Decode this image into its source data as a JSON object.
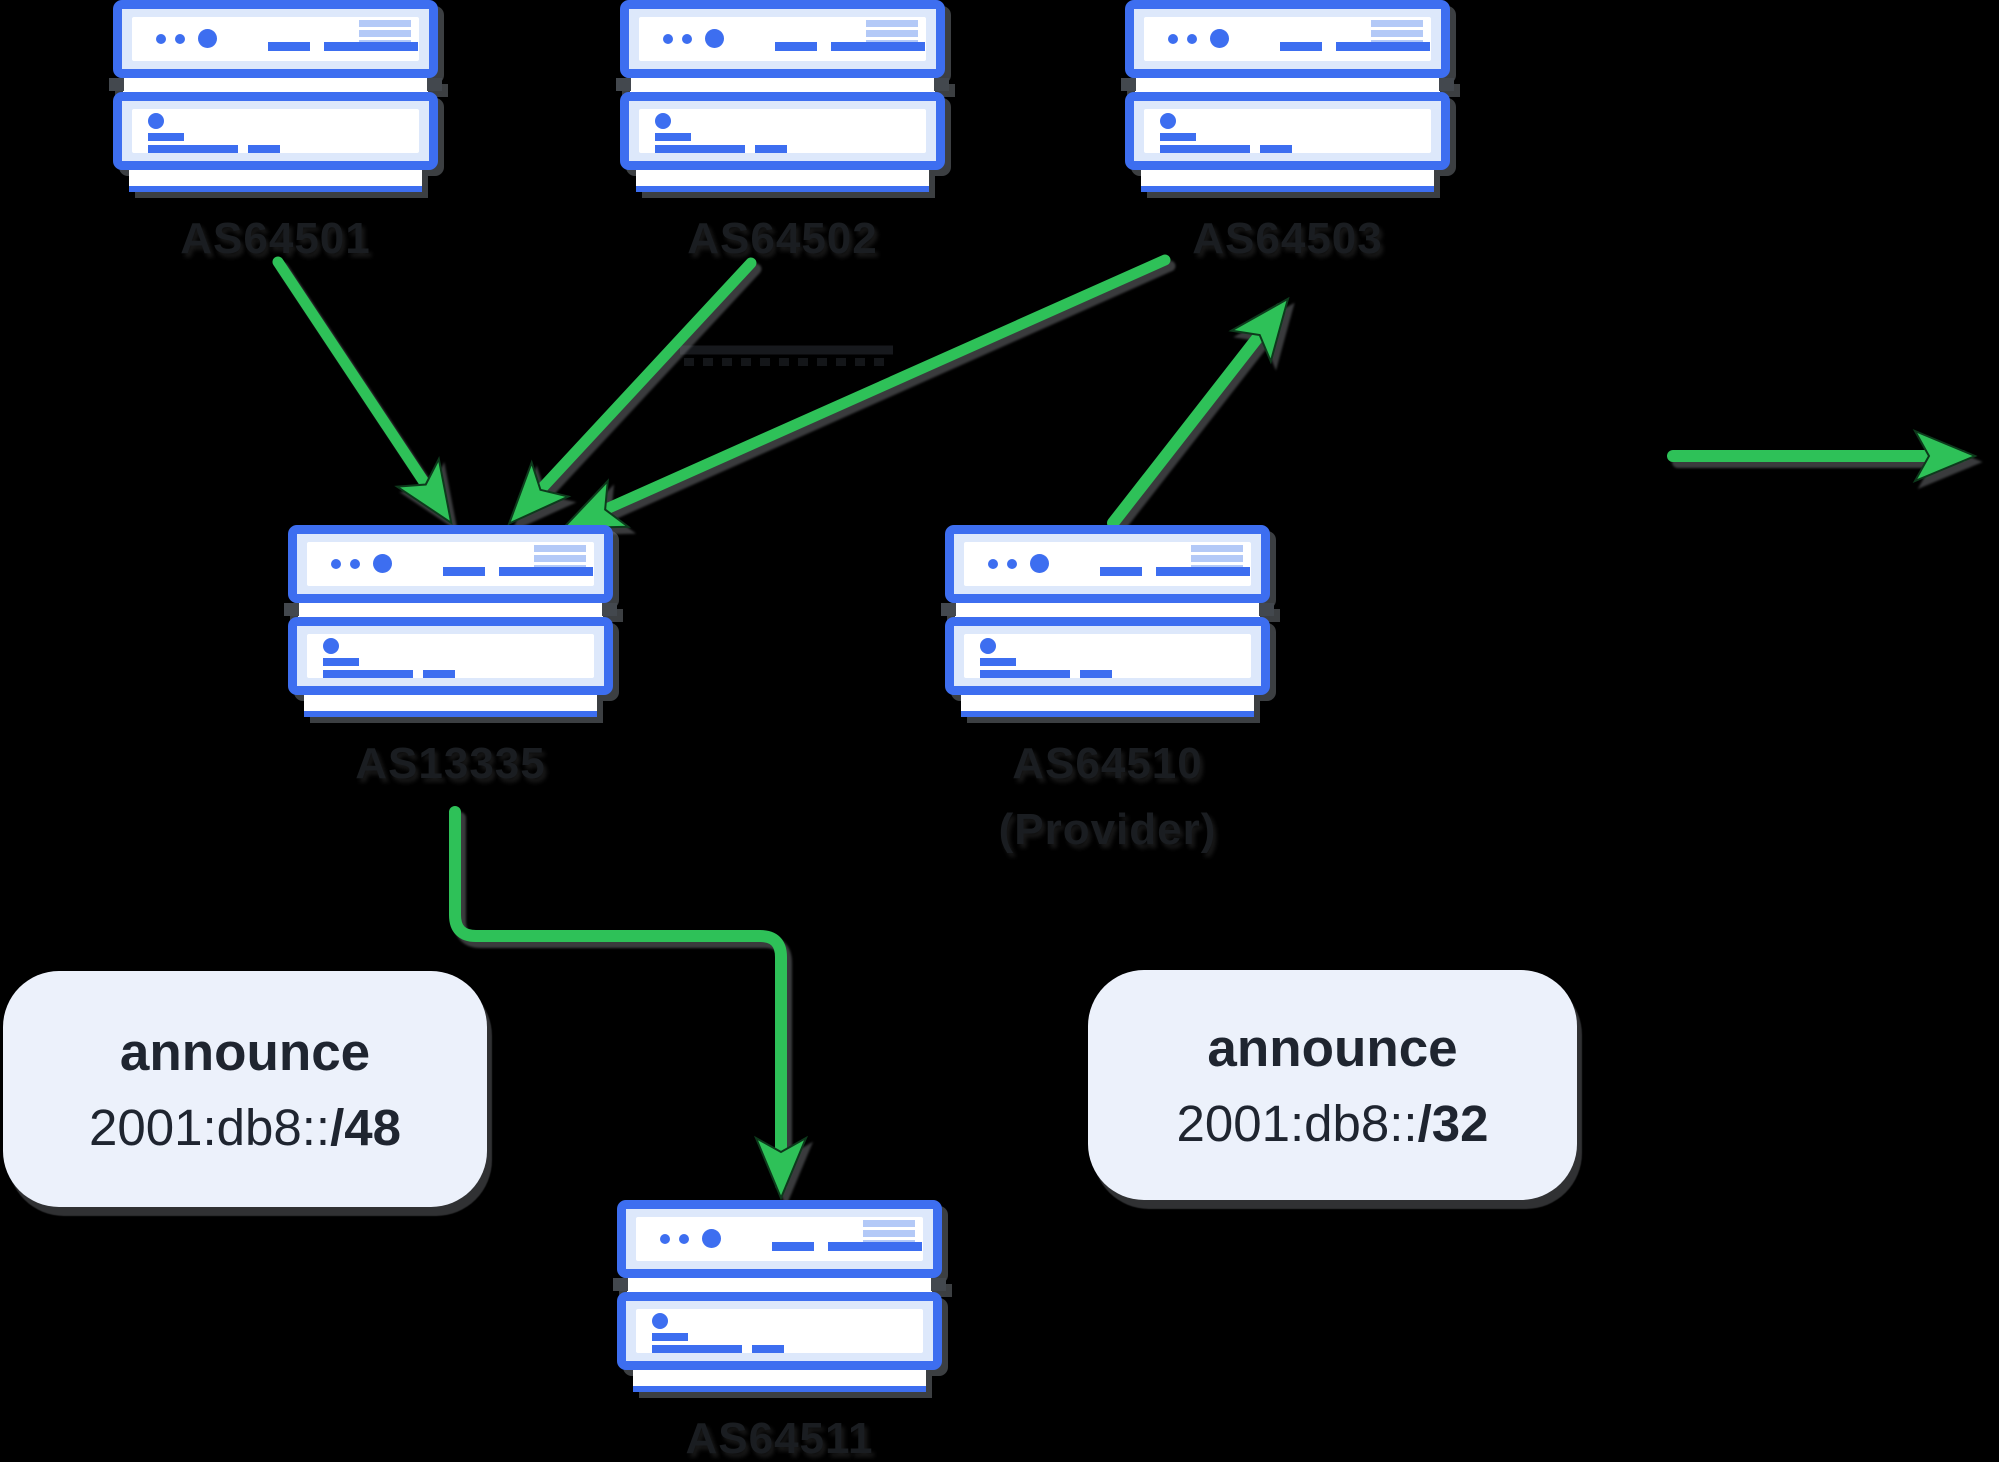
{
  "background": "#000000",
  "colors": {
    "arrow_green": "#2ec158",
    "server_outline_blue": "#3d6ef0",
    "server_fill_light": "#dde8fb",
    "server_bar_light": "#b3c9f7",
    "label_text": "#1a1d21",
    "announce_box_fill": "#ecf1fb",
    "announce_text": "#1f2530",
    "dark_link": "#17191d"
  },
  "nodes": [
    {
      "id": "as64501",
      "label": "AS64501"
    },
    {
      "id": "as64502",
      "label": "AS64502"
    },
    {
      "id": "as64503",
      "label": "AS64503"
    },
    {
      "id": "as13335",
      "label": "AS13335"
    },
    {
      "id": "as64510",
      "label": "AS64510",
      "sublabel": "(Provider)"
    },
    {
      "id": "as64511",
      "label": "AS64511"
    }
  ],
  "annotations": [
    {
      "id": "announce-48",
      "title": "announce",
      "prefix": "2001:db8::",
      "mask": "/48"
    },
    {
      "id": "announce-32",
      "title": "announce",
      "prefix": "2001:db8::",
      "mask": "/32"
    }
  ],
  "edges": [
    {
      "from": "AS64501",
      "to": "AS13335",
      "style": "green-arrow"
    },
    {
      "from": "AS64502",
      "to": "AS13335",
      "style": "green-arrow"
    },
    {
      "from": "AS64503",
      "to": "AS13335",
      "style": "green-arrow"
    },
    {
      "from": "AS64510",
      "to": "AS64503",
      "style": "green-arrow"
    },
    {
      "from": "AS13335",
      "to": "AS64511",
      "style": "green-elbow-arrow"
    },
    {
      "id": "right-edge-arrow",
      "direction": "right",
      "style": "green-arrow"
    },
    {
      "id": "dashed-link",
      "near": "between AS64502 and AS64503",
      "style": "dark-dashed"
    }
  ]
}
